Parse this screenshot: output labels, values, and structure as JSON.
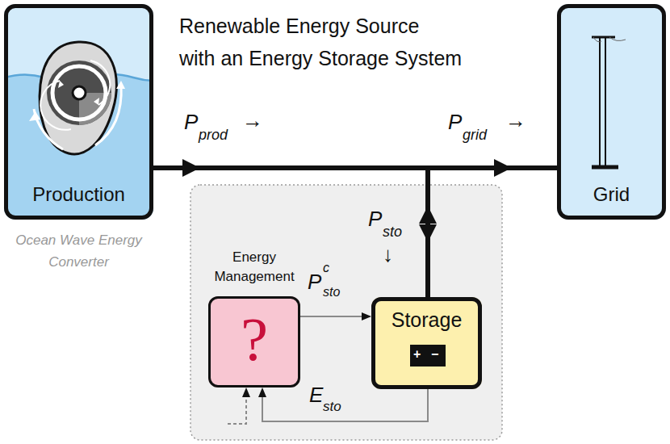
{
  "diagram": {
    "title": "Renewable Energy Source with an Energy Storage System",
    "nodes": [
      {
        "text": [
          "Production",
          "Ocean Wave Energy Converter"
        ]
      },
      {
        "text": [
          "Grid"
        ]
      },
      {
        "text": [
          "Energy Management",
          "?"
        ]
      },
      {
        "text": [
          "Storage"
        ]
      }
    ],
    "edges": [
      {
        "from": 0,
        "to": 1,
        "arrow": "to"
      },
      {
        "from": 3,
        "to": 1,
        "arrow": "both"
      },
      {
        "from": 2,
        "to": 3,
        "arrow": "to"
      },
      {
        "from": 3,
        "to": 2,
        "arrow": "to"
      }
    ],
    "labels": [
      "P",
      "prod",
      "→",
      "P",
      "grid",
      "→",
      "P",
      "sto",
      "↓",
      "P",
      "c",
      "sto",
      "E",
      "sto",
      "+",
      "−"
    ]
  }
}
